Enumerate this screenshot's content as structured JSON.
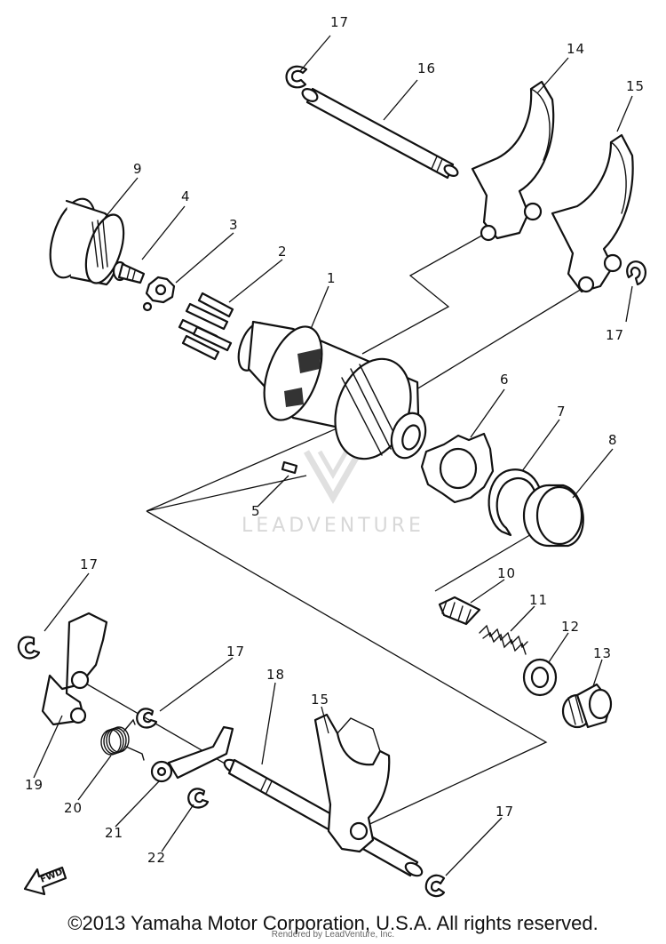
{
  "watermark": "LEADVENTURE",
  "fwd_label": "FWD",
  "copyright": "©2013 Yamaha Motor Corporation, U.S.A. All rights reserved.",
  "rendered_by": "Rendered by LeadVenture, Inc.",
  "callouts": {
    "c1": "1",
    "c2": "2",
    "c3": "3",
    "c4": "4",
    "c5": "5",
    "c6": "6",
    "c7": "7",
    "c8": "8",
    "c9": "9",
    "c10": "10",
    "c11": "11",
    "c12": "12",
    "c13": "13",
    "c14": "14",
    "c15a": "15",
    "c15b": "15",
    "c16": "16",
    "c17a": "17",
    "c17b": "17",
    "c17c": "17",
    "c17d": "17",
    "c17e": "17",
    "c18": "18",
    "c19": "19",
    "c20": "20",
    "c21": "21",
    "c22": "22"
  }
}
